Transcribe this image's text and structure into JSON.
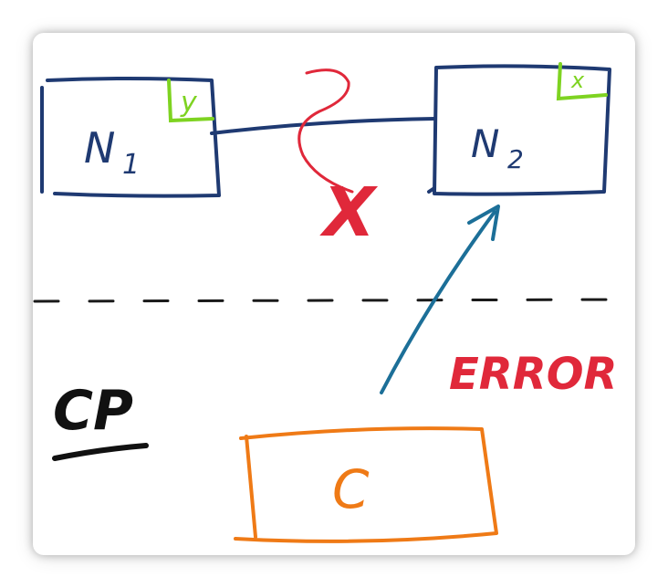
{
  "diagram": {
    "node1": {
      "label": "N",
      "subscript": "1",
      "tag": "y"
    },
    "node2": {
      "label": "N",
      "subscript": "2",
      "tag": "x"
    },
    "partition_mark": "X",
    "error_label": "ERROR",
    "client": {
      "label": "C"
    },
    "section_label": "CP"
  },
  "colors": {
    "node_ink": "#1f3a72",
    "tag_ink": "#7ed321",
    "partition_ink": "#e0283a",
    "client_ink": "#ef7a16",
    "arrow_ink": "#1c6f98",
    "dash_ink": "#1a1a1a",
    "cp_ink": "#111111"
  }
}
